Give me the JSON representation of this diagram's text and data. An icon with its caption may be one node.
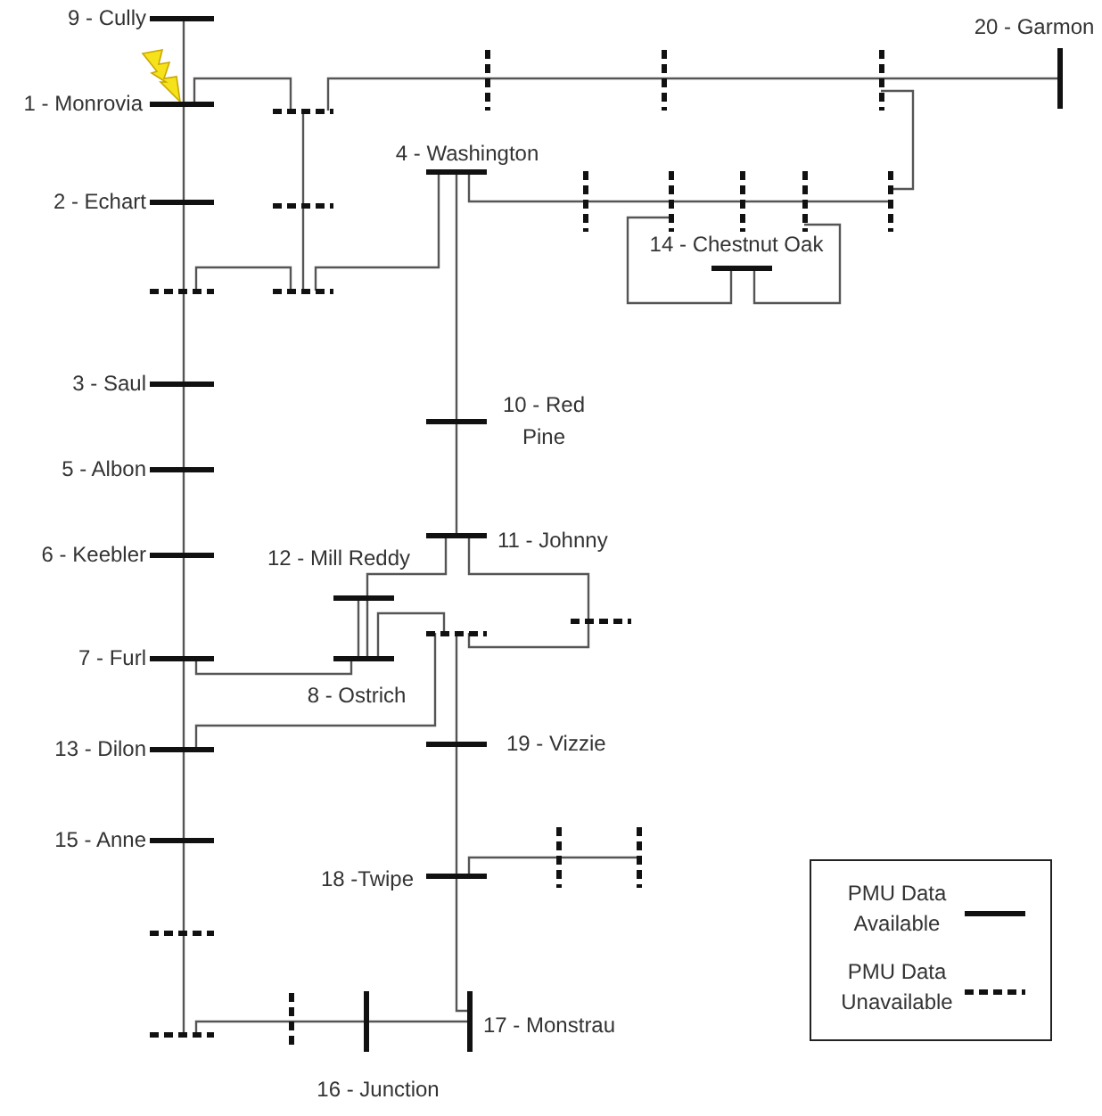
{
  "diagram": {
    "nodes": [
      {
        "text": [],
        "shape": "bar",
        "beside": [
          "9 - Cully"
        ]
      },
      {
        "text": [],
        "shape": "bar",
        "beside": [
          "1 - Monrovia"
        ]
      },
      {
        "text": [],
        "shape": "dashed-bar"
      },
      {
        "text": [],
        "shape": "dashed-bar"
      },
      {
        "text": [],
        "shape": "dashed-bar"
      },
      {
        "text": [],
        "shape": "dashed-bar"
      },
      {
        "text": [],
        "shape": "bar",
        "beside": [
          "20 - Garmon"
        ]
      },
      {
        "text": [],
        "shape": "bar",
        "beside": [
          "4 - Washington"
        ]
      },
      {
        "text": [],
        "shape": "bar",
        "beside": [
          "2 - Echart"
        ]
      },
      {
        "text": [],
        "shape": "dashed-bar"
      },
      {
        "text": [],
        "shape": "dashed-bar"
      },
      {
        "text": [],
        "shape": "dashed-bar"
      },
      {
        "text": [],
        "shape": "dashed-bar"
      },
      {
        "text": [],
        "shape": "dashed-bar"
      },
      {
        "text": [],
        "shape": "dashed-bar"
      },
      {
        "text": [],
        "shape": "bar",
        "beside": [
          "14 - Chestnut Oak"
        ]
      },
      {
        "text": [],
        "shape": "dashed-bar"
      },
      {
        "text": [],
        "shape": "dashed-bar"
      },
      {
        "text": [],
        "shape": "bar",
        "beside": [
          "3 - Saul"
        ]
      },
      {
        "text": [],
        "shape": "bar",
        "beside": [
          "10 - Red Pine"
        ]
      },
      {
        "text": [],
        "shape": "bar",
        "beside": [
          "5 - Albon"
        ]
      },
      {
        "text": [],
        "shape": "bar",
        "beside": [
          "11 - Johnny"
        ]
      },
      {
        "text": [],
        "shape": "bar",
        "beside": [
          "6 - Keebler"
        ]
      },
      {
        "text": [],
        "shape": "bar",
        "beside": [
          "12 - Mill Reddy"
        ]
      },
      {
        "text": [],
        "shape": "dashed-bar"
      },
      {
        "text": [],
        "shape": "dashed-bar"
      },
      {
        "text": [],
        "shape": "bar",
        "beside": [
          "7 - Furl"
        ]
      },
      {
        "text": [],
        "shape": "bar",
        "beside": [
          "8 - Ostrich"
        ]
      },
      {
        "text": [],
        "shape": "bar",
        "beside": [
          "19 - Vizzie"
        ]
      },
      {
        "text": [],
        "shape": "bar",
        "beside": [
          "13 - Dilon"
        ]
      },
      {
        "text": [],
        "shape": "bar",
        "beside": [
          "15 - Anne"
        ]
      },
      {
        "text": [],
        "shape": "bar",
        "beside": [
          "18 -Twipe"
        ]
      },
      {
        "text": [],
        "shape": "dashed-bar"
      },
      {
        "text": [],
        "shape": "dashed-bar"
      },
      {
        "text": [],
        "shape": "dashed-bar"
      },
      {
        "text": [],
        "shape": "dashed-bar"
      },
      {
        "text": [],
        "shape": "dashed-bar"
      },
      {
        "text": [],
        "shape": "bar",
        "beside": [
          "16 - Junction"
        ]
      },
      {
        "text": [],
        "shape": "bar",
        "beside": [
          "17 - Monstrau"
        ]
      }
    ],
    "edges": [
      {
        "from": 0,
        "to": 1,
        "arrow": "none"
      },
      {
        "from": 1,
        "to": 8,
        "arrow": "none"
      },
      {
        "from": 8,
        "to": 16,
        "arrow": "none"
      },
      {
        "from": 16,
        "to": 18,
        "arrow": "none"
      },
      {
        "from": 18,
        "to": 20,
        "arrow": "none"
      },
      {
        "from": 20,
        "to": 22,
        "arrow": "none"
      },
      {
        "from": 22,
        "to": 26,
        "arrow": "none"
      },
      {
        "from": 26,
        "to": 29,
        "arrow": "none"
      },
      {
        "from": 29,
        "to": 30,
        "arrow": "none"
      },
      {
        "from": 30,
        "to": 34,
        "arrow": "none"
      },
      {
        "from": 34,
        "to": 35,
        "arrow": "none"
      },
      {
        "from": 1,
        "to": 2,
        "arrow": "none"
      },
      {
        "from": 2,
        "to": 9,
        "arrow": "none"
      },
      {
        "from": 9,
        "to": 17,
        "arrow": "none"
      },
      {
        "from": 16,
        "to": 17,
        "arrow": "none"
      },
      {
        "from": 7,
        "to": 17,
        "arrow": "none"
      },
      {
        "from": 2,
        "to": 3,
        "arrow": "none"
      },
      {
        "from": 3,
        "to": 4,
        "arrow": "none"
      },
      {
        "from": 4,
        "to": 5,
        "arrow": "none"
      },
      {
        "from": 5,
        "to": 6,
        "arrow": "none"
      },
      {
        "from": 5,
        "to": 14,
        "arrow": "none"
      },
      {
        "from": 7,
        "to": 10,
        "arrow": "none"
      },
      {
        "from": 10,
        "to": 11,
        "arrow": "none"
      },
      {
        "from": 11,
        "to": 12,
        "arrow": "none"
      },
      {
        "from": 12,
        "to": 13,
        "arrow": "none"
      },
      {
        "from": 13,
        "to": 14,
        "arrow": "none"
      },
      {
        "from": 15,
        "to": 11,
        "arrow": "none"
      },
      {
        "from": 15,
        "to": 13,
        "arrow": "none"
      },
      {
        "from": 7,
        "to": 19,
        "arrow": "none"
      },
      {
        "from": 19,
        "to": 21,
        "arrow": "none"
      },
      {
        "from": 21,
        "to": 27,
        "arrow": "none"
      },
      {
        "from": 23,
        "to": 27,
        "arrow": "none"
      },
      {
        "from": 21,
        "to": 24,
        "arrow": "none"
      },
      {
        "from": 24,
        "to": 25,
        "arrow": "none"
      },
      {
        "from": 27,
        "to": 25,
        "arrow": "none"
      },
      {
        "from": 26,
        "to": 27,
        "arrow": "none"
      },
      {
        "from": 29,
        "to": 25,
        "arrow": "none"
      },
      {
        "from": 25,
        "to": 28,
        "arrow": "none"
      },
      {
        "from": 28,
        "to": 31,
        "arrow": "none"
      },
      {
        "from": 31,
        "to": 38,
        "arrow": "none"
      },
      {
        "from": 31,
        "to": 32,
        "arrow": "none"
      },
      {
        "from": 32,
        "to": 33,
        "arrow": "none"
      },
      {
        "from": 35,
        "to": 36,
        "arrow": "none"
      },
      {
        "from": 36,
        "to": 37,
        "arrow": "none"
      },
      {
        "from": 37,
        "to": 38,
        "arrow": "none"
      }
    ],
    "legend": [
      {
        "text": "PMU Data Available"
      },
      {
        "text": "PMU Data Unavailable"
      }
    ]
  }
}
